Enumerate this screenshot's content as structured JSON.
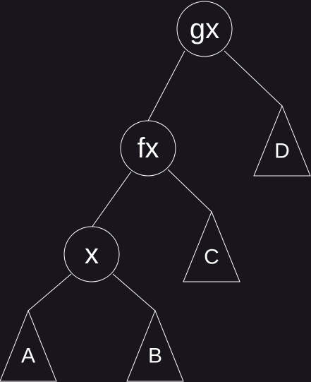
{
  "colors": {
    "background": "#18161c",
    "stroke": "#ffffff",
    "text": "#ffffff"
  },
  "tree": {
    "nodes": {
      "gx": "gx",
      "fx": "fx",
      "x": "x"
    },
    "subtrees": {
      "A": "A",
      "B": "B",
      "C": "C",
      "D": "D"
    }
  }
}
